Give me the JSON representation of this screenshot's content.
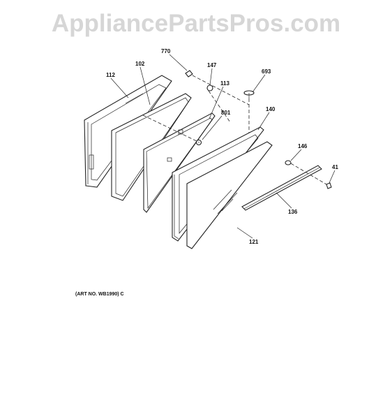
{
  "watermark": "AppliancePartsPros.com",
  "art_number": "(ART NO. WB1990) C",
  "callouts": {
    "c770": "770",
    "c147": "147",
    "c693": "693",
    "c112": "112",
    "c102": "102",
    "c113": "113",
    "c801": "801",
    "c140": "140",
    "c146": "146",
    "c41": "41",
    "c136": "136",
    "c121": "121"
  }
}
